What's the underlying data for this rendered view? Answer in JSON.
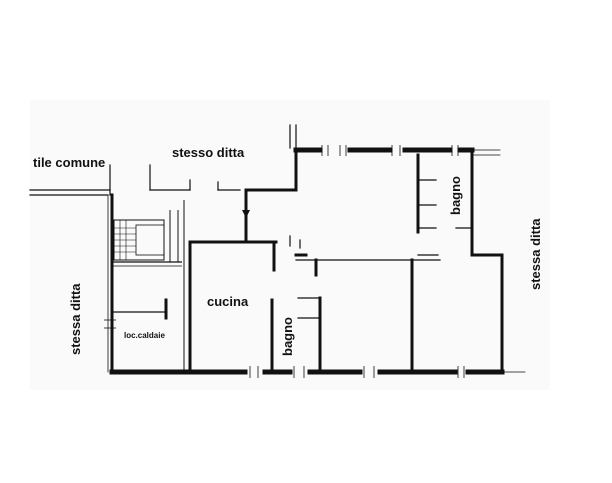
{
  "labels": {
    "courtyard": "tile comune",
    "top": "stesso ditta",
    "right": "stessa ditta",
    "left": "stessa ditta",
    "kitchen": "cucina",
    "bath_right": "bagno",
    "bath_left": "bagno",
    "boiler": "loc.caldaie"
  }
}
